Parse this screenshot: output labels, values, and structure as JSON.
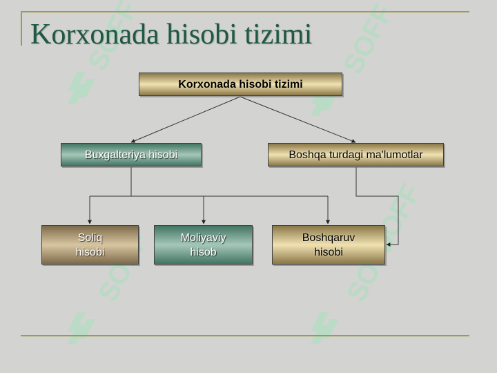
{
  "slide": {
    "title": "Korxonada hisobi tizimi"
  },
  "diagram": {
    "root": "Korxonada hisobi tizimi",
    "level1": {
      "left": "Buxgalteriya hisobi",
      "right": "Boshqa turdagi ma'lumotlar"
    },
    "level2": {
      "left": [
        "Soliq",
        "hisobi"
      ],
      "middle": [
        "Moliyaviy",
        "hisob"
      ],
      "right": [
        "Boshqaruv",
        "hisobi"
      ]
    }
  },
  "watermark": {
    "text": "SOFF"
  },
  "colors": {
    "title": "#1f5845",
    "rule": "#9c9a55",
    "background": "#d3d3d1",
    "box_green": "#427564",
    "box_brown": "#7c6a4a",
    "box_gold": "#d8c6a2",
    "watermark": "#b2ddc1"
  }
}
